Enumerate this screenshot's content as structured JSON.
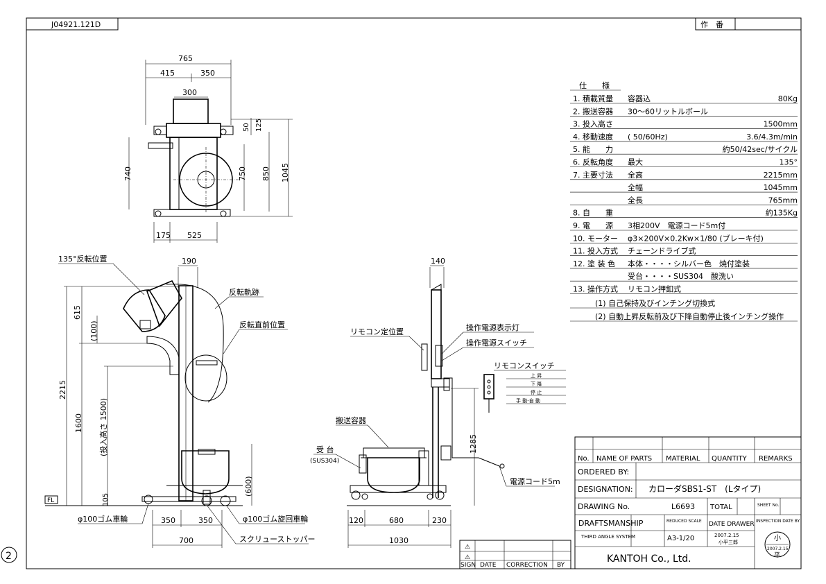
{
  "drawing_code": "J04921.121D",
  "sakuban_label": "作　番",
  "sheet_mark": "2",
  "spec": {
    "header": "仕　　様",
    "rows": [
      {
        "label": "1. 積載質量",
        "value": "容器込",
        "value2": "80Kg"
      },
      {
        "label": "2. 搬送容器",
        "value": "30〜60リットルボール",
        "value2": ""
      },
      {
        "label": "3. 投入高さ",
        "value": "",
        "value2": "1500mm"
      },
      {
        "label": "4. 移動速度",
        "value": "( 50/60Hz)",
        "value2": "3.6/4.3m/min"
      },
      {
        "label": "5. 能　　力",
        "value": "",
        "value2": "約50/42sec/サイクル"
      },
      {
        "label": "6. 反転角度",
        "value": "最大",
        "value2": "135°"
      },
      {
        "label": "7. 主要寸法",
        "value": "全高",
        "value2": "2215mm"
      },
      {
        "label": "",
        "value": "全幅",
        "value2": "1045mm"
      },
      {
        "label": "",
        "value": "全長",
        "value2": "765mm"
      },
      {
        "label": "8. 自　　重",
        "value": "",
        "value2": "約135Kg"
      },
      {
        "label": "9. 電　　源",
        "value": "3相200V　電源コード5m付",
        "value2": ""
      },
      {
        "label": "10. モーター",
        "value": "φ3×200V×0.2Kw×1/80 (ブレーキ付)",
        "value2": ""
      },
      {
        "label": "11. 投入方式",
        "value": "チェーンドライブ式",
        "value2": ""
      },
      {
        "label": "12. 塗 装 色",
        "value": "本体・・・・シルバー色　焼付塗装",
        "value2": ""
      },
      {
        "label": "",
        "value": "受台・・・・SUS304　酸洗い",
        "value2": ""
      },
      {
        "label": "13. 操作方式",
        "value": "リモコン押釦式",
        "value2": ""
      }
    ],
    "notes": [
      "(1) 自己保持及びインチング切換式",
      "(2) 自動上昇反転前及び下降自動停止後インチング操作"
    ]
  },
  "top_view": {
    "dims": [
      "765",
      "415",
      "350",
      "300",
      "50",
      "125",
      "740",
      "750",
      "850",
      "1045",
      "175",
      "525"
    ]
  },
  "front_view": {
    "dims": [
      "190",
      "615",
      "(100)",
      "2215",
      "1600",
      "(投入高さ 1500)",
      "(600)",
      "105",
      "350",
      "350",
      "700"
    ],
    "labels": {
      "rev135": "135°反転位置",
      "trajectory": "反転軌跡",
      "before_rev": "反転直前位置",
      "fl": "FL",
      "wheel_fixed": "φ100ゴム車輪",
      "wheel_swivel": "φ100ゴム旋回車輪",
      "stopper": "スクリューストッパー"
    }
  },
  "side_view": {
    "dims": [
      "140",
      "1285",
      "120",
      "680",
      "230",
      "1030"
    ],
    "labels": {
      "remote_pos": "リモコン定位置",
      "power_lamp": "操作電源表示灯",
      "power_switch": "操作電源スイッチ",
      "remote_switch": "リモコンスイッチ",
      "container": "搬送容器",
      "base": "受 台",
      "base_mat": "(SUS304)",
      "cord": "電源コード5m"
    },
    "remote_buttons": [
      "上 昇",
      "下 降",
      "停 止",
      "手 動-自 動"
    ]
  },
  "title_block": {
    "headers": [
      "No.",
      "NAME OF PARTS",
      "MATERIAL",
      "QUANTITY",
      "REMARKS"
    ],
    "ordered_by_label": "ORDERED BY:",
    "designation_label": "DESIGNATION:",
    "designation_value": "カローダSBS1-ST　(Lタイプ)",
    "drawing_no_label": "DRAWING No.",
    "drawing_no_value": "L6693",
    "total_label": "TOTAL",
    "sheet_no_label": "SHEET No.",
    "draftsmanship_label": "DRAFTSMANSHIP",
    "reduced_scale_label": "REDUCED SCALE",
    "date_drawer_label": "DATE DRAWER",
    "inspection_label": "INSPECTION DATE BY",
    "third_angle_label": "THIRD ANGLE SYSTEM",
    "scale_value": "A3-1/20",
    "date_value": "2007.2.15",
    "drawer_value": "小平三郎",
    "stamp_top": "小",
    "stamp_date": "2007.2.15",
    "stamp_bottom": "平",
    "company": "KANTOH Co., Ltd."
  },
  "revision_block": {
    "headers": [
      "SIGN",
      "DATE",
      "CORRECTION",
      "BY"
    ]
  }
}
